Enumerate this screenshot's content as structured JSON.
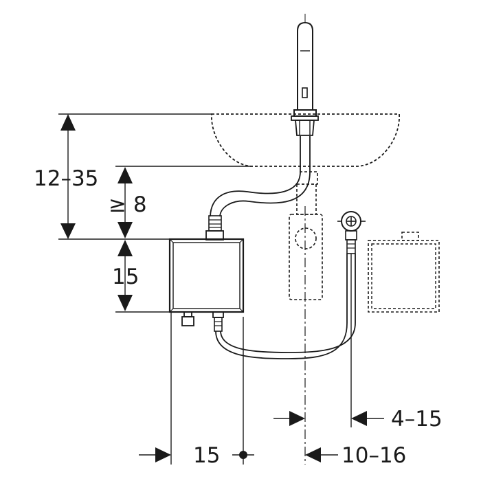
{
  "dimensions": {
    "basin_height": "12–35",
    "clearance_min": "≥ 8",
    "box_height": "15",
    "box_width": "15",
    "valve_offset": "4–15",
    "tap_offset": "10–16"
  }
}
